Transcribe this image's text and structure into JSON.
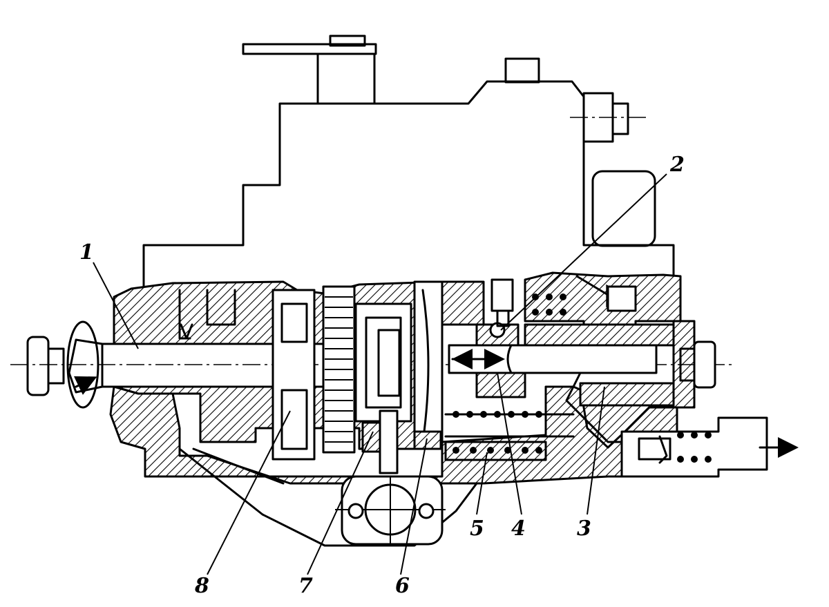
{
  "labels": {
    "l1": "1",
    "l2": "2",
    "l3": "3",
    "l4": "4",
    "l5": "5",
    "l6": "6",
    "l7": "7",
    "l8": "8"
  },
  "colors": {
    "ink": "#000000",
    "paper": "#ffffff"
  }
}
